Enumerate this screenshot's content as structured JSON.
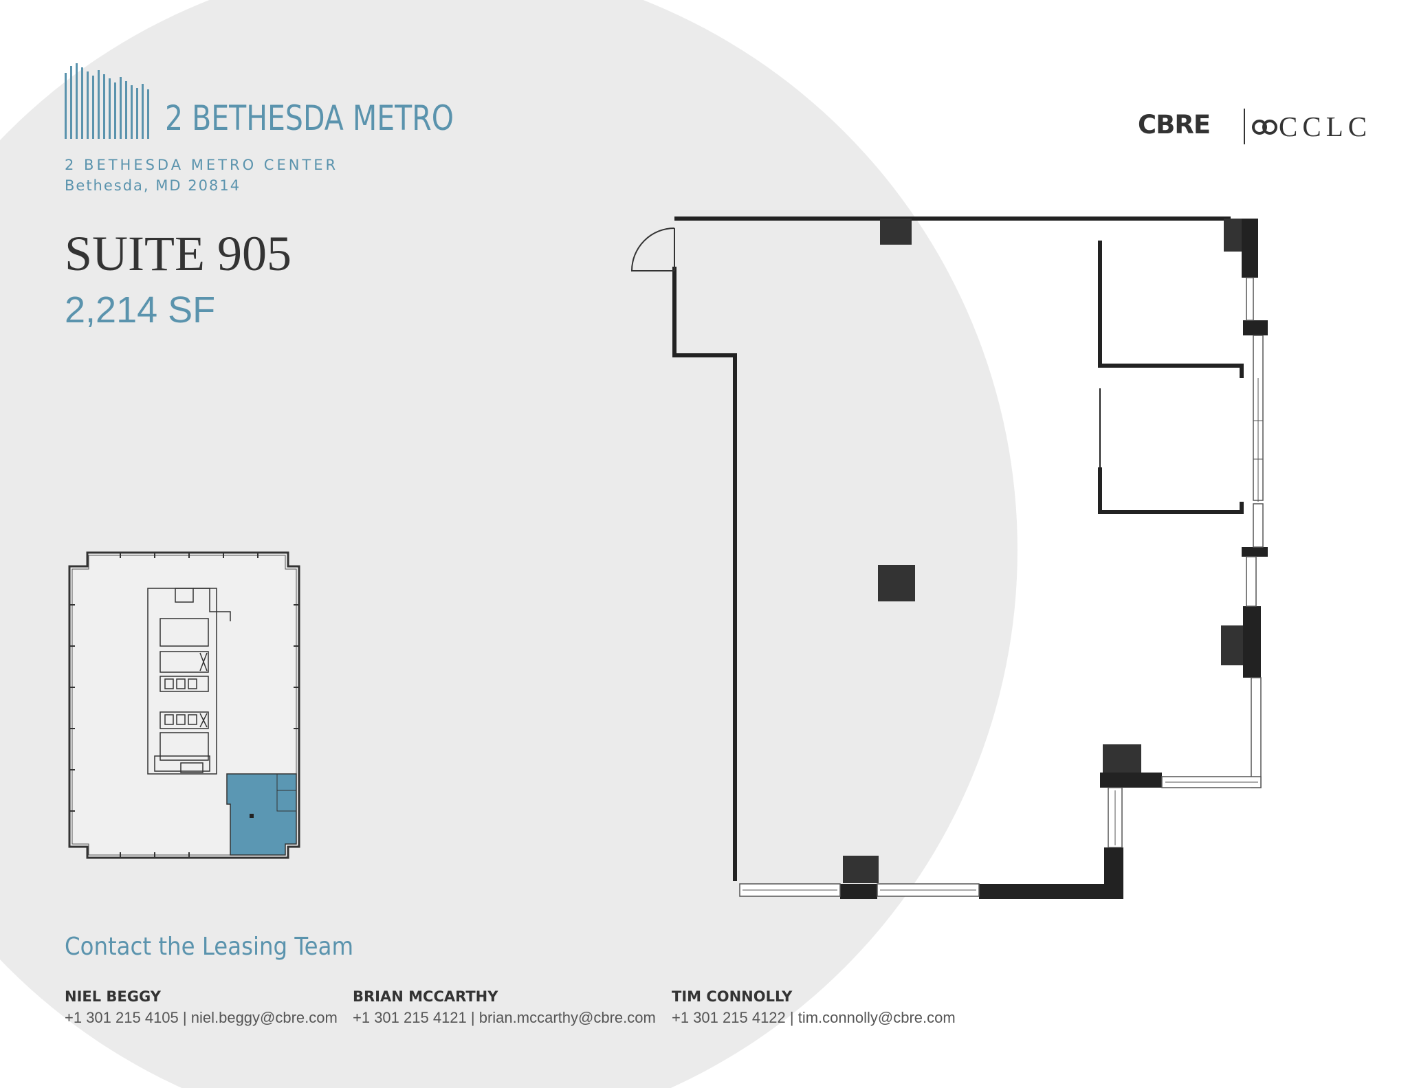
{
  "building": {
    "logo_name": "2 BETHESDA METRO",
    "address_line1": "2 BETHESDA METRO CENTER",
    "address_line2": "Bethesda, MD 20814"
  },
  "suite": {
    "title": "SUITE 905",
    "area": "2,214 SF"
  },
  "brands": {
    "partner1": "CBRE",
    "partner2": "CCLC"
  },
  "contact": {
    "heading": "Contact the Leasing Team",
    "people": [
      {
        "name": "NIEL BEGGY",
        "phone": "+1 301 215 4105",
        "email": "niel.beggy@cbre.com"
      },
      {
        "name": "BRIAN MCCARTHY",
        "phone": "+1 301 215 4121",
        "email": "brian.mccarthy@cbre.com"
      },
      {
        "name": "TIM CONNOLLY",
        "phone": "+1 301 215 4122",
        "email": "tim.connolly@cbre.com"
      }
    ]
  },
  "colors": {
    "accent": "#5a93ad",
    "suite_highlight": "#5b97b3",
    "background_circle": "#ebebeb",
    "wall": "#222222",
    "column": "#333333"
  }
}
